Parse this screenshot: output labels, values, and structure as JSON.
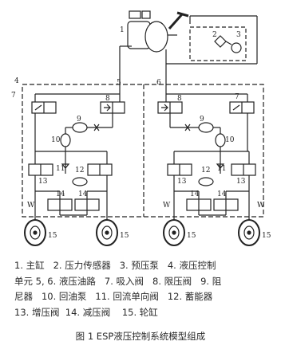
{
  "labels": {
    "l1": "1",
    "l2": "2",
    "l3": "3",
    "l4": "4",
    "l5": "5",
    "l6": "6",
    "l7": "7",
    "l8": "8",
    "l9": "9",
    "l10": "10",
    "l11": "11",
    "l12": "12",
    "l13": "13",
    "l14": "14",
    "l15": "15",
    "w": "W"
  },
  "legend": {
    "line1a": "1. 主缸",
    "line1b": "2. 压力传感器",
    "line1c": "3. 预压泵",
    "line1d": "4. 液压控制",
    "line2a": "单元 5, 6. 液压油路",
    "line2b": "7. 吸入阀",
    "line2c": "8. 限压阀",
    "line2d": "9. 阻",
    "line3a": "尼器",
    "line3b": "10. 回油泵",
    "line3c": "11. 回流单向阀",
    "line3d": "12. 蓄能器",
    "line4a": "13. 增压阀",
    "line4b": "14. 减压阀",
    "line4c": "15. 轮缸"
  },
  "caption": "图 1   ESP液压控制系统模型组成",
  "colors": {
    "ink": "#222222",
    "paper": "#ffffff"
  }
}
